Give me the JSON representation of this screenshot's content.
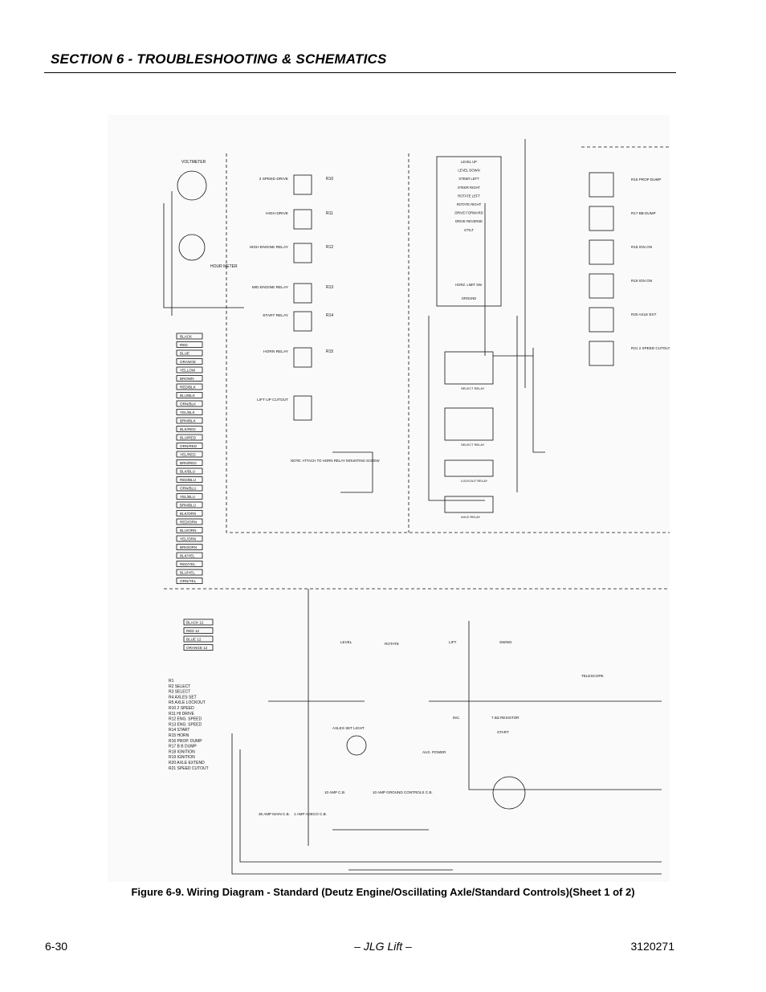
{
  "header": {
    "section_title": "SECTION 6 - TROUBLESHOOTING & SCHEMATICS"
  },
  "figure": {
    "caption": "Figure 6-9.  Wiring Diagram - Standard (Deutz Engine/Oscillating Axle/Standard Controls)(Sheet 1 of 2)"
  },
  "schematic": {
    "voltmeter": "VOLTMETER",
    "hour_meter": "HOUR METER",
    "relay_groups": [
      "2 SPEED DRIVE",
      "HIGH DRIVE",
      "HIGH ENGINE RELAY",
      "MID ENGINE RELAY",
      "START RELAY",
      "HORN RELAY",
      "LIFT UP CUTOUT"
    ],
    "relay_ids": [
      "R10",
      "R11",
      "R12",
      "R13",
      "R14",
      "R15"
    ],
    "terminal_block": [
      "LEVEL UP",
      "LEVEL DOWN",
      "STEER LEFT",
      "STEER RIGHT",
      "ROTATE LEFT",
      "ROTATE RIGHT",
      "DRIVE FORWARD",
      "DRIVE REVERSE",
      "S'TILT",
      "HORZ. LIMIT SW.",
      "GROUND"
    ],
    "right_relays": [
      "R16 PROP DUMP",
      "R17 BB DUMP",
      "R18 IGN ON",
      "R19 IGN ON",
      "R20 AXLE EXT",
      "R21 2 SPEED CUTOUT"
    ],
    "relay_labels": [
      "SELECT RELAY",
      "SELECT RELAY",
      "LOCKOUT RELAY",
      "AXLE RELAY"
    ],
    "note": "NOTE: ATTACH TO HORN RELAY MOUNTING SCREW",
    "wire_colors_left": [
      "BLACK",
      "RED",
      "BLUE",
      "ORANGE",
      "YELLOW",
      "BROWN",
      "RED/BLK",
      "BLU/BLK",
      "ORN/BLK",
      "YEL/BLK",
      "BRN/BLK",
      "BLK/RED",
      "BLU/RED",
      "ORN/RED",
      "YEL/RED",
      "BRN/RED",
      "BLK/BLU",
      "RED/BLU",
      "ORN/BLU",
      "YEL/BLU",
      "BRN/BLU",
      "BLK/ORN",
      "RED/ORN",
      "BLU/ORN",
      "YEL/ORN",
      "BRN/ORN",
      "BLK/YEL",
      "RED/YEL",
      "BLU/YEL",
      "ORN/YEL"
    ],
    "bottom_left_wires": [
      "BLACK 12",
      "RED 12",
      "BLUE 12",
      "ORANGE 12"
    ],
    "legend": [
      "R1",
      "R2  SELECT",
      "R3  SELECT",
      "R4  AXLES SET",
      "R5  AXLE LOCKOUT",
      "R10  2 SPEED",
      "R11  HI DRIVE",
      "R12  ENG. SPEED",
      "R13  ENG. SPEED",
      "R14  START",
      "R15  HORN",
      "R16  PROP. DUMP",
      "R17  B B DUMP",
      "R18  IGNITION",
      "R19  IGNITION",
      "R20  AXLE EXTEND",
      "R21  SPEED CUTOUT"
    ],
    "bottom_components": [
      "LEVEL",
      "ROTATE",
      "LIFT",
      "SWING",
      "TELESCOPE",
      "AXLES SET LIGHT",
      "INC.",
      "AUX. POWER",
      "7.5Ω RESISTOR",
      "START",
      "35 AMP MAIN C.B.",
      "1 AMP ADECO C.B.",
      "10 AMP C.B.",
      "10 AMP GROUND CONTROLS C.B."
    ]
  },
  "footer": {
    "page_number": "6-30",
    "brand": "– JLG Lift –",
    "doc_number": "3120271"
  }
}
